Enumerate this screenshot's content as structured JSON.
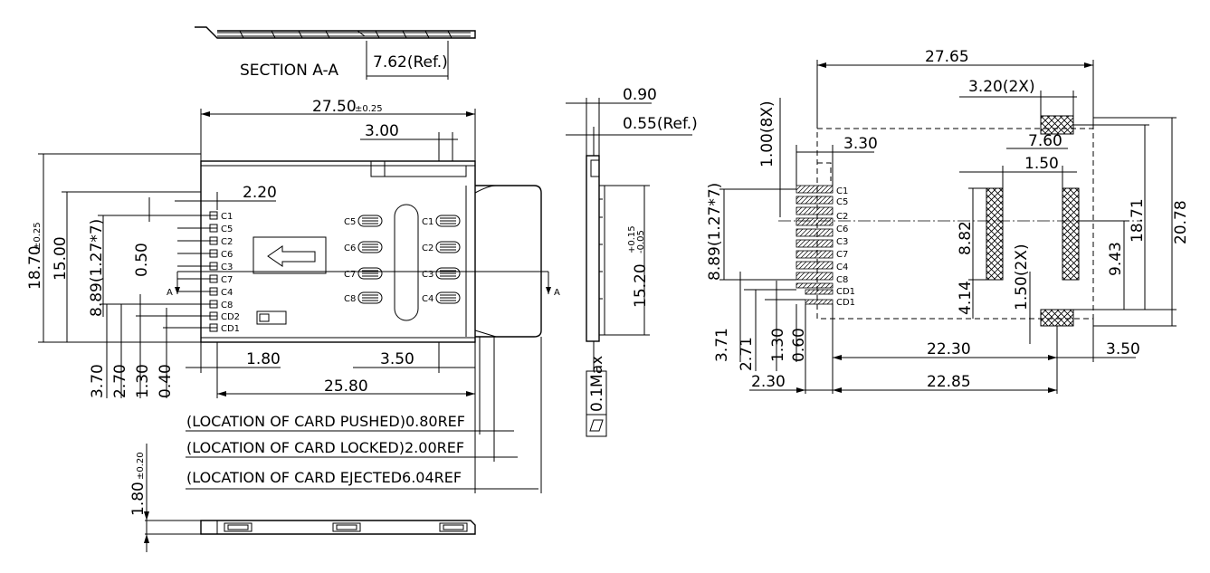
{
  "section": {
    "title": "SECTION A-A",
    "ref": "7.62(Ref.)"
  },
  "main": {
    "width_top": "27.50",
    "width_top_tol": "±0.25",
    "d_3_00": "3.00",
    "d_2_20": "2.20",
    "height_total": "18.70",
    "height_total_tol": "±0.25",
    "height_15": "15.00",
    "pitch": "8.89(1.27*7)",
    "d_0_50": "0.50",
    "d_3_70": "3.70",
    "d_2_70": "2.70",
    "d_1_30": "1.30",
    "d_0_40": "0.40",
    "d_1_80": "1.80",
    "d_3_50": "3.50",
    "d_25_80": "25.80",
    "section_marker": "A",
    "pins_left": [
      "C1",
      "C5",
      "C2",
      "C6",
      "C3",
      "C7",
      "C4",
      "C8",
      "CD2",
      "CD1"
    ],
    "pads_left": [
      "C5",
      "C6",
      "C7",
      "C8"
    ],
    "pads_right": [
      "C1",
      "C2",
      "C3",
      "C4"
    ]
  },
  "notes": [
    "(LOCATION OF CARD PUSHED)0.80REF",
    "(LOCATION OF CARD LOCKED)2.00REF",
    "(LOCATION OF CARD EJECTED6.04REF"
  ],
  "side": {
    "d_0_90": "0.90",
    "d_0_55": "0.55(Ref.)",
    "height": "15.20",
    "tol_plus": "+0.15",
    "tol_minus": "-0.05",
    "flatness": "0.1Max"
  },
  "bottom": {
    "thickness": "1.80",
    "thickness_tol": "±0.20"
  },
  "footprint": {
    "d_27_65": "27.65",
    "d_3_20": "3.20(2X)",
    "d_1_00": "1.00(8X)",
    "d_3_30": "3.30",
    "d_7_60": "7.60",
    "d_1_50": "1.50",
    "pitch": "8.89(1.27*7)",
    "d_8_82": "8.82",
    "d_4_14": "4.14",
    "d_1_50_2x": "1.50(2X)",
    "d_9_43": "9.43",
    "d_18_71": "18.71",
    "d_20_78": "20.78",
    "d_3_71": "3.71",
    "d_2_71": "2.71",
    "d_1_30": "1.30",
    "d_0_60": "0.60",
    "d_22_30": "22.30",
    "d_3_50": "3.50",
    "d_2_30": "2.30",
    "d_22_85": "22.85",
    "pins": [
      "C1",
      "C5",
      "C2",
      "C6",
      "C3",
      "C7",
      "C4",
      "C8",
      "CD1",
      "CD1"
    ]
  }
}
